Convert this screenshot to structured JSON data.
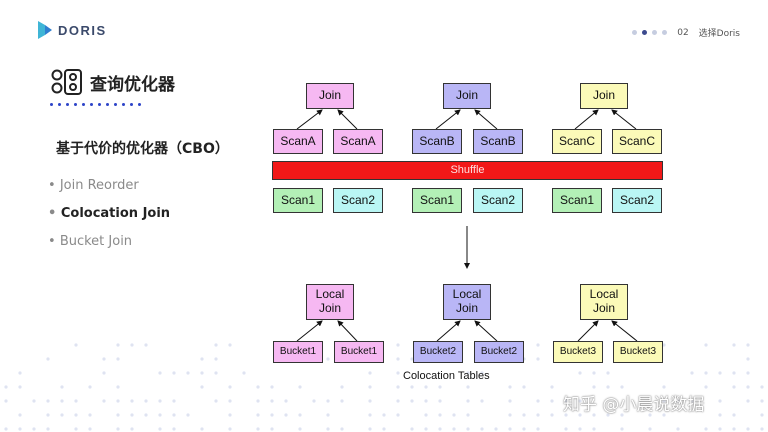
{
  "header": {
    "logo_text": "DORIS",
    "page_number": "02",
    "page_label": "选择Doris"
  },
  "title": "查询优化器",
  "subtitle": "基于代价的优化器（CBO）",
  "bullets": [
    {
      "label": "Join Reorder",
      "active": false
    },
    {
      "label": "Colocation Join",
      "active": true
    },
    {
      "label": "Bucket Join",
      "active": false
    }
  ],
  "diagram": {
    "top_groups": [
      {
        "join": "Join",
        "scans": [
          "ScanA",
          "ScanA"
        ],
        "scan_inputs": [
          "Scan1",
          "Scan2"
        ]
      },
      {
        "join": "Join",
        "scans": [
          "ScanB",
          "ScanB"
        ],
        "scan_inputs": [
          "Scan1",
          "Scan2"
        ]
      },
      {
        "join": "Join",
        "scans": [
          "ScanC",
          "ScanC"
        ],
        "scan_inputs": [
          "Scan1",
          "Scan2"
        ]
      }
    ],
    "shuffle_label": "Shuffle",
    "bottom_groups": [
      {
        "join": "Local Join",
        "buckets": [
          "Bucket1",
          "Bucket1"
        ]
      },
      {
        "join": "Local Join",
        "buckets": [
          "Bucket2",
          "Bucket2"
        ]
      },
      {
        "join": "Local Join",
        "buckets": [
          "Bucket3",
          "Bucket3"
        ]
      }
    ],
    "caption": "Colocation Tables"
  },
  "watermark": "知乎 @小晨说数据",
  "colors": {
    "pink": "#f6b8f2",
    "purple": "#b9b6f6",
    "yellow": "#fbfab8",
    "cyan": "#b9f6f4",
    "green": "#b3f0b6",
    "shuffle": "#f21818",
    "accent": "#2d44c8"
  }
}
